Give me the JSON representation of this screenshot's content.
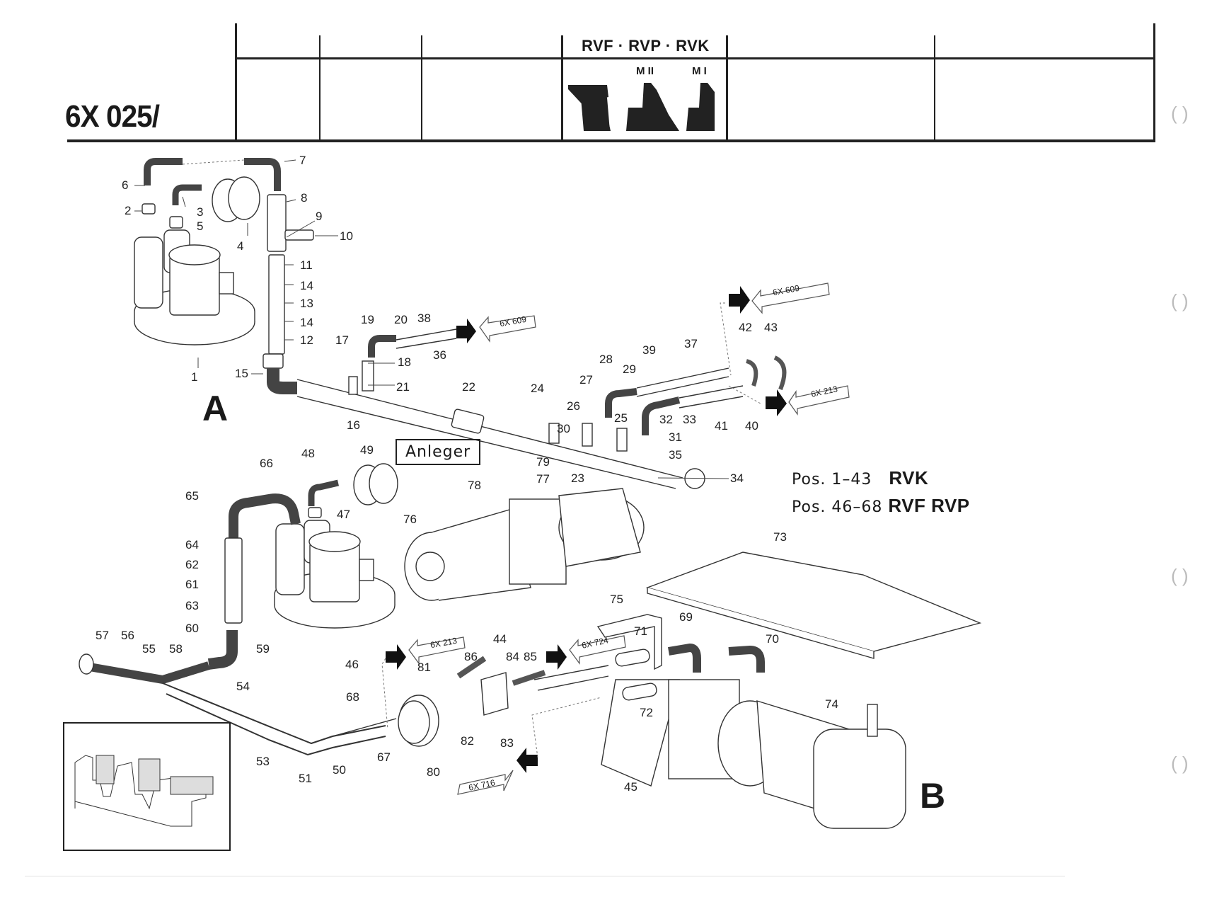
{
  "header": {
    "doc_code": "6X 025/",
    "series_label": "RVF · RVP · RVK",
    "pictogram": {
      "marker_left": "M II",
      "marker_right": "M I"
    }
  },
  "assemblies": {
    "A": {
      "label": "A"
    },
    "B": {
      "label": "B"
    }
  },
  "callout_box": "Anleger",
  "legend": [
    {
      "range": "Pos. 1–43",
      "models": "RVK"
    },
    {
      "range": "Pos. 46–68",
      "models": "RVF RVP"
    }
  ],
  "references": {
    "r1": "6X 609",
    "r2": "6X 609",
    "r3": "6X 213",
    "r4": "6X 213",
    "r5": "6X 724",
    "r6": "6X 716"
  },
  "part_numbers": {
    "p1": "1",
    "p2": "2",
    "p3": "3",
    "p4": "4",
    "p5": "5",
    "p6": "6",
    "p7": "7",
    "p8": "8",
    "p9": "9",
    "p10": "10",
    "p11": "11",
    "p12": "12",
    "p13": "13",
    "p14a": "14",
    "p14b": "14",
    "p15": "15",
    "p16": "16",
    "p17": "17",
    "p18": "18",
    "p19": "19",
    "p20": "20",
    "p21": "21",
    "p22": "22",
    "p23": "23",
    "p24": "24",
    "p25": "25",
    "p26": "26",
    "p27": "27",
    "p28": "28",
    "p29": "29",
    "p30": "30",
    "p31": "31",
    "p32": "32",
    "p33": "33",
    "p34": "34",
    "p35": "35",
    "p36": "36",
    "p37": "37",
    "p38": "38",
    "p39": "39",
    "p40": "40",
    "p41": "41",
    "p42": "42",
    "p43": "43",
    "p44": "44",
    "p45": "45",
    "p46": "46",
    "p47": "47",
    "p48": "48",
    "p49": "49",
    "p50": "50",
    "p51": "51",
    "p53": "53",
    "p54": "54",
    "p55": "55",
    "p56": "56",
    "p57": "57",
    "p58": "58",
    "p59": "59",
    "p60": "60",
    "p61": "61",
    "p62": "62",
    "p63": "63",
    "p64": "64",
    "p65": "65",
    "p66": "66",
    "p67": "67",
    "p68": "68",
    "p69": "69",
    "p70": "70",
    "p71": "71",
    "p72": "72",
    "p73": "73",
    "p74": "74",
    "p75": "75",
    "p76": "76",
    "p77": "77",
    "p78": "78",
    "p79": "79",
    "p80": "80",
    "p81": "81",
    "p82": "82",
    "p83": "83",
    "p84": "84",
    "p85": "85",
    "p86": "86"
  },
  "binder_holes": 4
}
